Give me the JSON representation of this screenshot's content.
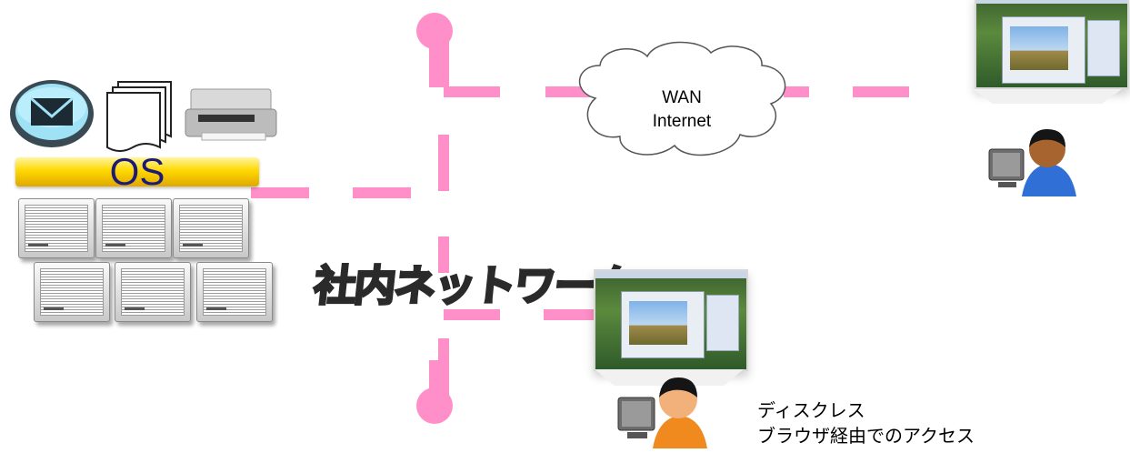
{
  "os_label": "OS",
  "network_label": "社内ネットワーク",
  "wan": {
    "line1": "WAN",
    "line2": "Internet"
  },
  "caption": {
    "line1": "ディスクレス",
    "line2": "ブラウザ経由でのアクセス"
  },
  "icons": [
    "mail-icon",
    "documents-icon",
    "printer-icon",
    "server-icon",
    "monitor-icon",
    "user-icon",
    "cloud-icon"
  ],
  "colors": {
    "network_line": "#ff8fc8",
    "os_bar": "#ffd800",
    "os_text": "#1a1a7a"
  }
}
